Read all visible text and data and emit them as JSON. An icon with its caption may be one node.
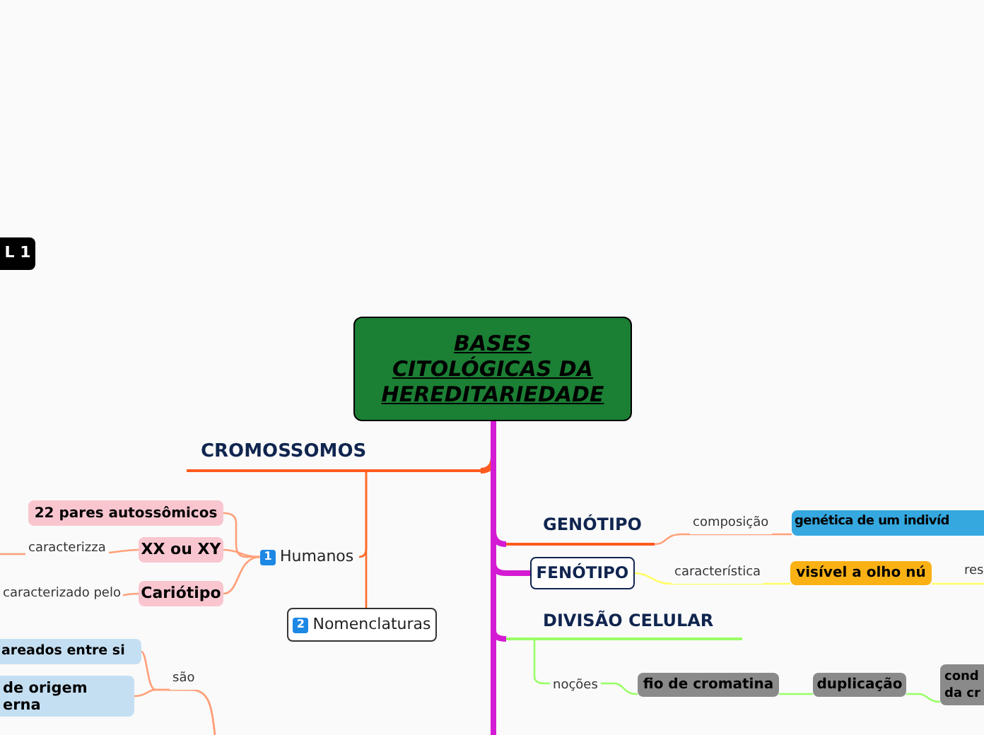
{
  "diagram": {
    "nodes": [
      {
        "text": [
          "BASES CITOLÓGICAS DA HEREDITARIEDADE"
        ]
      },
      {
        "text": [
          "CROMOSSOMOS"
        ]
      },
      {
        "text": [
          "1",
          "Humanos"
        ]
      },
      {
        "text": [
          "22 pares autossômicos"
        ]
      },
      {
        "text": [
          "XX ou XY"
        ]
      },
      {
        "text": [
          "Cariótipo"
        ]
      },
      {
        "text": [
          "2",
          "Nomenclaturas"
        ]
      },
      {
        "text": [
          "areados entre si"
        ]
      },
      {
        "text": [
          "de origem erna"
        ]
      },
      {
        "text": [
          "GENÓTIPO"
        ]
      },
      {
        "text": [
          "genética de um indivíd"
        ]
      },
      {
        "text": [
          "FENÓTIPO"
        ]
      },
      {
        "text": [
          "visível a olho nú"
        ]
      },
      {
        "text": [
          "DIVISÃO CELULAR"
        ]
      },
      {
        "text": [
          "fio de cromatina"
        ]
      },
      {
        "text": [
          "duplicação"
        ]
      },
      {
        "text": [
          "cond da cr"
        ]
      },
      {
        "text": [
          "L 1"
        ]
      }
    ],
    "edges": [
      {
        "from": 0,
        "to": 1,
        "arrow": "none",
        "style": "thick",
        "color": "#ff5a1f"
      },
      {
        "from": 0,
        "to": 9,
        "arrow": "none",
        "style": "thick",
        "color": "#d41bd4"
      },
      {
        "from": 0,
        "to": 11,
        "arrow": "none",
        "style": "thick",
        "color": "#d41bd4"
      },
      {
        "from": 0,
        "to": 13,
        "arrow": "none",
        "style": "thick",
        "color": "#d41bd4"
      },
      {
        "from": 1,
        "to": 2,
        "arrow": "none",
        "color": "#ff6a2a"
      },
      {
        "from": 1,
        "to": 6,
        "arrow": "none",
        "color": "#ff6a2a"
      },
      {
        "from": 2,
        "to": 3,
        "arrow": "none"
      },
      {
        "from": 2,
        "to": 4,
        "arrow": "none"
      },
      {
        "from": 2,
        "to": 5,
        "arrow": "none"
      },
      {
        "from": 4,
        "to": null,
        "label": "caracterizza",
        "arrow": "none"
      },
      {
        "from": 5,
        "to": null,
        "label": "caracterizado pelo",
        "arrow": "none"
      },
      {
        "from": null,
        "to": 7,
        "label": "são",
        "arrow": "none"
      },
      {
        "from": null,
        "to": 8,
        "arrow": "none"
      },
      {
        "from": 9,
        "to": 10,
        "label": "composição",
        "arrow": "none"
      },
      {
        "from": 11,
        "to": 12,
        "label": "característica",
        "arrow": "none",
        "color": "#ffff66"
      },
      {
        "from": 12,
        "to": null,
        "label": "res",
        "arrow": "none",
        "color": "#ffff66"
      },
      {
        "from": 13,
        "to": 14,
        "label": "noções",
        "arrow": "none",
        "color": "#99ff66"
      },
      {
        "from": 14,
        "to": 15,
        "arrow": "none",
        "color": "#99ff66"
      },
      {
        "from": 15,
        "to": 16,
        "arrow": "none",
        "color": "#99ff66"
      }
    ]
  }
}
